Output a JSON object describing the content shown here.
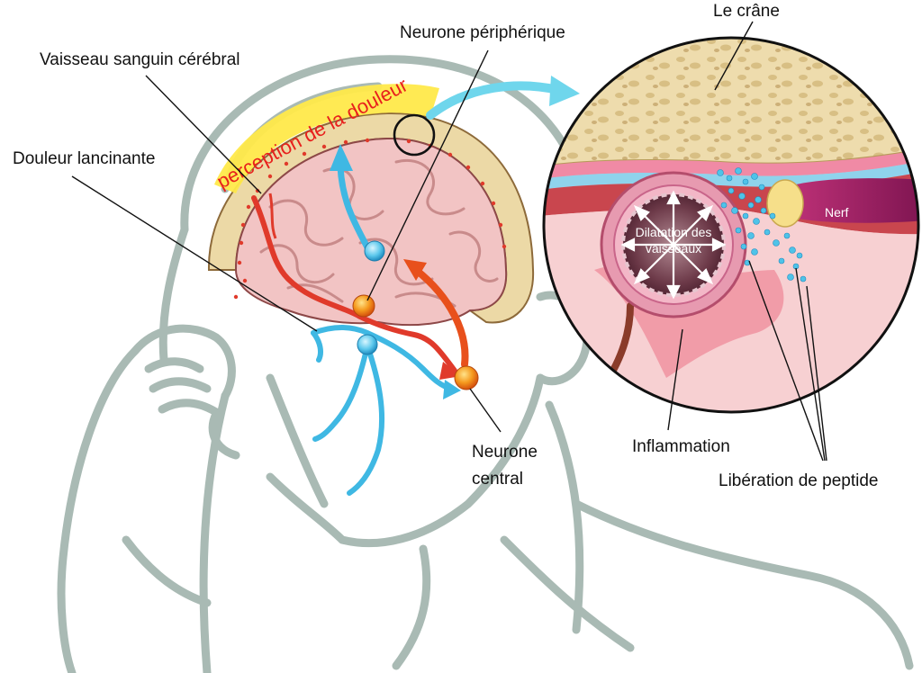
{
  "labels": {
    "vaisseau": "Vaisseau sanguin cérébral",
    "neurone_peripherique": "Neurone périphérique",
    "le_crane": "Le crâne",
    "douleur": "Douleur lancinante",
    "perception": "perception de la douleur",
    "neurone_central_1": "Neurone",
    "neurone_central_2": "central",
    "inflammation": "Inflammation",
    "liberation": "Libération de peptide",
    "dilatation_1": "Dilatation des",
    "dilatation_2": "vaisseaux",
    "nerf": "Nerf"
  },
  "colors": {
    "outline": "#a9bab4",
    "brain": "#f2c4c4",
    "brain_fold": "#c98b8b",
    "skull": "#ecd9a6",
    "vessel_red": "#e03a2b",
    "nerve_blue": "#3fb8e3",
    "neuron_orange": "#f28b1a",
    "highlight_yellow": "#ffe94a",
    "perception_text": "#e8201c",
    "nerf": "#9b1b5c",
    "magnifier_arrow": "#6fd6ec"
  }
}
